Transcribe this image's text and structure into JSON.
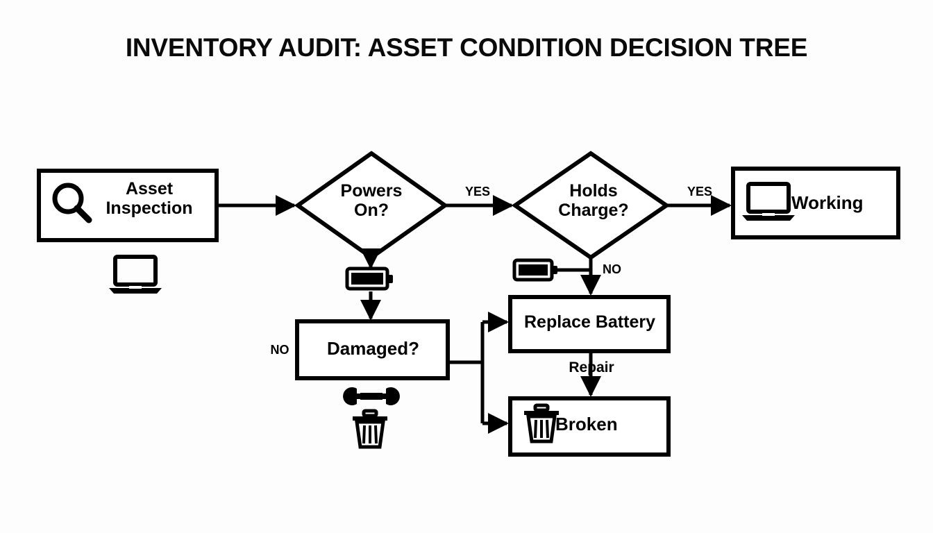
{
  "diagram": {
    "title": "INVENTORY AUDIT: ASSET CONDITION DECISION TREE",
    "background_color": "#fdfdfd",
    "stroke_color": "#000000",
    "fill_color": "#ffffff",
    "nodes": [
      {
        "id": "asset-inspection",
        "label": "Asset\nInspection",
        "shape": "rectangle",
        "icon": "magnifier-icon",
        "external_icon": "laptop-icon"
      },
      {
        "id": "powers-on",
        "label": "Powers\nOn?",
        "shape": "diamond",
        "external_icon": "battery-icon"
      },
      {
        "id": "holds-charge",
        "label": "Holds\nCharge?",
        "shape": "diamond",
        "external_icon": "battery-icon"
      },
      {
        "id": "working",
        "label": "Working",
        "shape": "rectangle",
        "icon": "laptop-icon"
      },
      {
        "id": "damaged",
        "label": "Damaged?",
        "shape": "rectangle",
        "external_icon": "wrench-icon",
        "external_icon_2": "trash-icon"
      },
      {
        "id": "replace-battery",
        "label": "Replace Battery",
        "shape": "rectangle"
      },
      {
        "id": "broken",
        "label": "Broken",
        "shape": "rectangle",
        "icon": "trash-icon"
      }
    ],
    "edges": [
      {
        "id": "e1",
        "from": "asset-inspection",
        "to": "powers-on",
        "label": ""
      },
      {
        "id": "e2",
        "from": "powers-on",
        "to": "holds-charge",
        "label": "YES"
      },
      {
        "id": "e3",
        "from": "holds-charge",
        "to": "working",
        "label": "YES"
      },
      {
        "id": "e4",
        "from": "holds-charge",
        "to": "replace-battery",
        "label": "NO"
      },
      {
        "id": "e5",
        "from": "powers-on",
        "to": "damaged",
        "label": ""
      },
      {
        "id": "e6",
        "from": "damaged",
        "to": "replace-battery",
        "label": "NO"
      },
      {
        "id": "e7",
        "from": "damaged",
        "to": "broken",
        "label": ""
      },
      {
        "id": "e8",
        "from": "replace-battery",
        "to": "broken",
        "label": "Repair"
      }
    ],
    "edge_labels": {
      "yes_1": "YES",
      "yes_2": "YES",
      "no_holds_charge": "NO",
      "no_damaged": "NO",
      "repair": "Repair"
    }
  }
}
